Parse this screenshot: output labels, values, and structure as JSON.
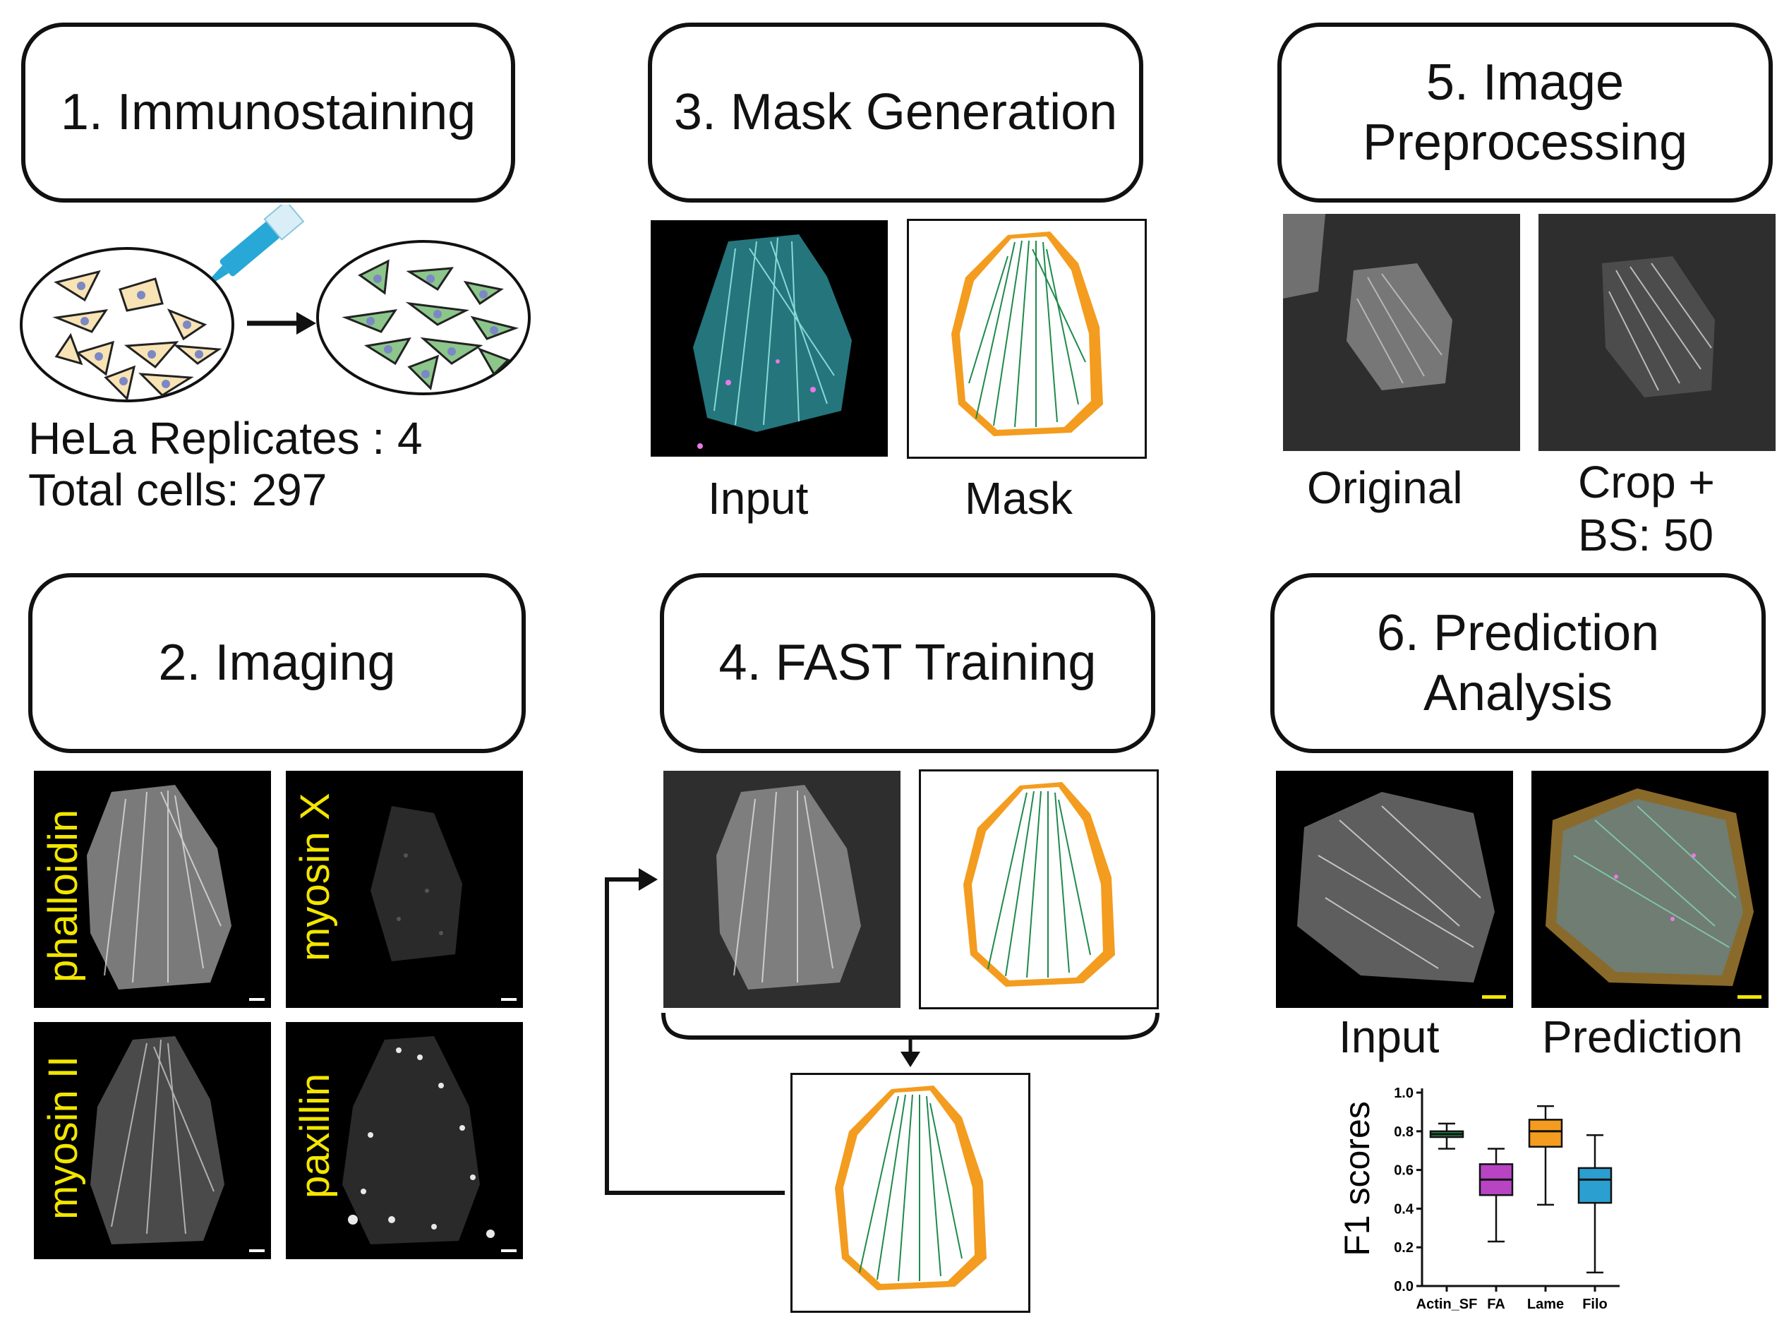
{
  "steps": {
    "s1": "1. Immunostaining",
    "s2": "2. Imaging",
    "s3": "3. Mask Generation",
    "s4": "4. FAST Training",
    "s5": [
      "5. Image",
      "Preprocessing"
    ],
    "s6": [
      "6. Prediction",
      "Analysis"
    ]
  },
  "immuno": {
    "line1": "HeLa Replicates : 4",
    "line2": "Total cells: 297"
  },
  "imaging_channels": [
    "phalloidin",
    "myosin X",
    "myosin II",
    "paxillin"
  ],
  "mask_labels": {
    "input": "Input",
    "mask": "Mask"
  },
  "preprocess_labels": {
    "original": "Original",
    "crop_line1": "Crop +",
    "crop_line2": "BS: 50"
  },
  "prediction_labels": {
    "input": "Input",
    "prediction": "Prediction"
  },
  "colors": {
    "actin": "#1f8a4c",
    "lamellipodia": "#f39c1f",
    "fa": "#e083e8",
    "scalebar": "#f2e600"
  },
  "chart_data": {
    "type": "box",
    "ylabel": "F1 scores",
    "ylim": [
      0.0,
      1.0
    ],
    "yticks": [
      "0.0",
      "0.2",
      "0.4",
      "0.6",
      "0.8",
      "1.0"
    ],
    "categories": [
      "Actin_SF",
      "FA",
      "Lame",
      "Filo"
    ],
    "series": [
      {
        "category": "Actin_SF",
        "min": 0.71,
        "q1": 0.77,
        "median": 0.785,
        "q3": 0.8,
        "max": 0.84,
        "color": "#1f8a4c"
      },
      {
        "category": "FA",
        "min": 0.23,
        "q1": 0.47,
        "median": 0.55,
        "q3": 0.63,
        "max": 0.71,
        "color": "#b844c4"
      },
      {
        "category": "Lame",
        "min": 0.42,
        "q1": 0.72,
        "median": 0.8,
        "q3": 0.86,
        "max": 0.93,
        "color": "#f39c1f"
      },
      {
        "category": "Filo",
        "min": 0.07,
        "q1": 0.43,
        "median": 0.55,
        "q3": 0.61,
        "max": 0.78,
        "color": "#2a9fd0"
      }
    ]
  }
}
